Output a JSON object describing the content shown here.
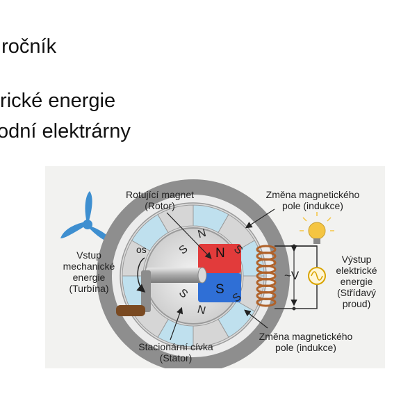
{
  "slide": {
    "line1": ". ročník",
    "line2": "trické energie",
    "line3": "odní elektrárny"
  },
  "diagram": {
    "rotor_label": "Rotující magnet",
    "rotor_sub": "(Rotor)",
    "field_top": "Změna magnetického",
    "field_top_sub": "pole (indukce)",
    "input_lines": [
      "Vstup",
      "mechanické",
      "energie",
      "(Turbína)"
    ],
    "axis_label": "os",
    "pole_N": "N",
    "pole_S": "S",
    "ring_letters": [
      "N",
      "S",
      "S",
      "S",
      "N",
      "S"
    ],
    "voltage": "~V",
    "output_lines": [
      "Výstup",
      "elektrické",
      "energie",
      "(Střídavý",
      "proud)"
    ],
    "field_bottom": "Změna magnetického",
    "field_bottom_sub": "pole (indukce)",
    "stator_label": "Stacionární cívka",
    "stator_sub": "(Stator)",
    "colors": {
      "north": "#e23b3b",
      "south": "#2f6fd6",
      "ring": "#8e8e8e",
      "ring_segment": "#bfe0ee",
      "coil": "#b0622a",
      "turbine": "#3e8fd0",
      "bulb": "#f5c542"
    }
  }
}
